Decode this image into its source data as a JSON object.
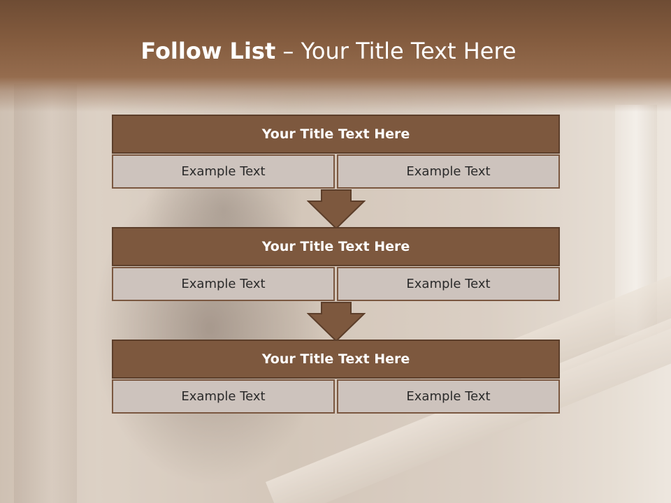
{
  "slide": {
    "title_bold": "Follow List",
    "title_rest": " – Your Title Text Here"
  },
  "blocks": [
    {
      "title": "Your Title Text Here",
      "left": "Example Text",
      "right": "Example Text"
    },
    {
      "title": "Your Title Text Here",
      "left": "Example Text",
      "right": "Example Text"
    },
    {
      "title": "Your Title Text Here",
      "left": "Example Text",
      "right": "Example Text"
    }
  ],
  "colors": {
    "title_band": "#835b3e",
    "block_header": "#7d583e",
    "block_cell": "#cdc3bd",
    "arrow": "#7d583e"
  },
  "icons": {
    "connector": "down-arrow-icon"
  }
}
